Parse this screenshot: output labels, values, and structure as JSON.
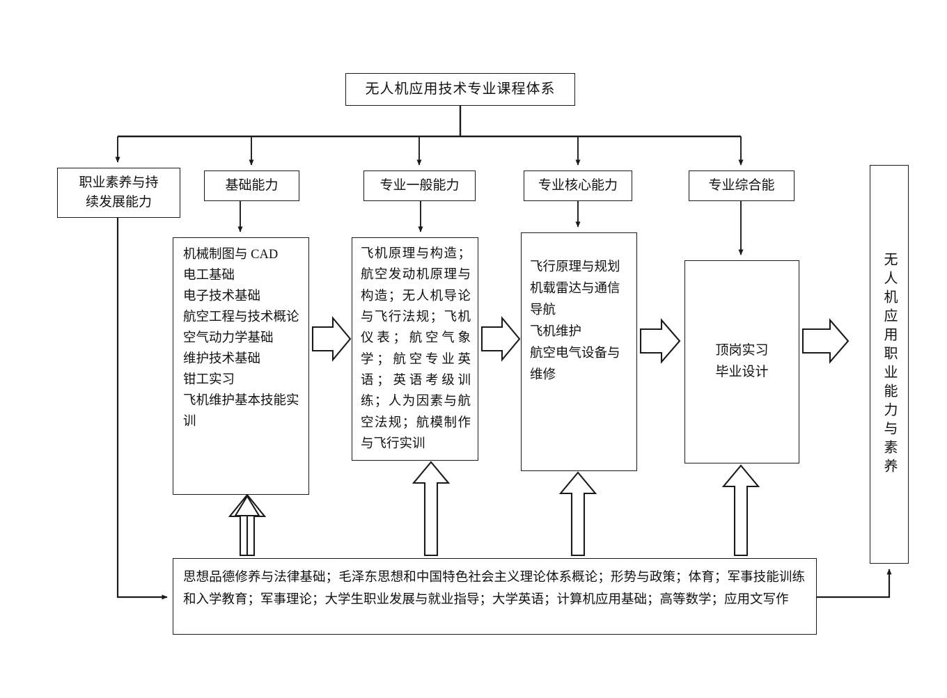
{
  "title": {
    "text": "无人机应用技术专业课程体系"
  },
  "capabilities": [
    {
      "id": "vocational-quality",
      "label": "职业素养与持\n续发展能力"
    },
    {
      "id": "basic-ability",
      "label": "基础能力"
    },
    {
      "id": "general-ability",
      "label": "专业一般能力"
    },
    {
      "id": "core-ability",
      "label": "专业核心能力"
    },
    {
      "id": "comprehensive",
      "label": "专业综合能"
    }
  ],
  "content": {
    "basic_courses": "机械制图与 CAD\n电工基础\n电子技术基础\n航空工程与技术概论\n空气动力学基础\n维护技术基础\n钳工实习\n飞机维护基本技能实训",
    "general_courses": "飞机原理与构造；航空发动机原理与构造；无人机导论与飞行法规；飞机仪表；航空气象学；航空专业英语；英语考级训练；人为因素与航空法规；航模制作与飞行实训",
    "core_courses": "飞行原理与规划\n机载雷达与通信导航\n飞机维护\n航空电气设备与维修",
    "comprehensive_courses": "顶岗实习\n毕业设计"
  },
  "outcome": {
    "label": "无人机应用职业能力与素养"
  },
  "foundation": {
    "courses": "思想品德修养与法律基础；毛泽东思想和中国特色社会主义理论体系概论；形势与政策；体育；军事技能训练和入学教育；军事理论；大学生职业发展与就业指导；大学英语；计算机应用基础；高等数学；应用文写作"
  },
  "style": {
    "line_color": "#1a1a1a",
    "box_fill": "#ffffff",
    "text_color": "#111111"
  }
}
